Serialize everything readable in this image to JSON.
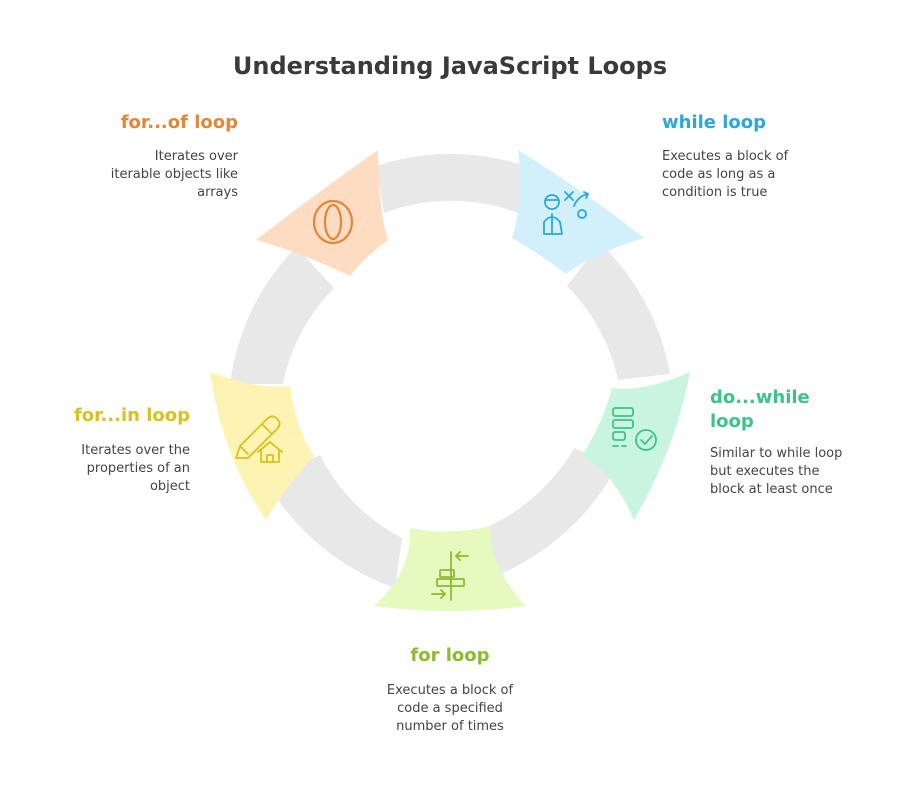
{
  "title": "Understanding JavaScript Loops",
  "colors": {
    "ring": "#e8e8e8",
    "for_of": "#e0873a",
    "while": "#2aa8d6",
    "do_while": "#3bc487",
    "for": "#8dbb2f",
    "for_in": "#d8c21e"
  },
  "segments": [
    {
      "key": "for_of",
      "heading": "for...of loop",
      "description": "Iterates over iterable objects like arrays",
      "icon": "opera-logo-icon",
      "color": "#e0873a",
      "fill": "#fddcc2"
    },
    {
      "key": "while",
      "heading": "while loop",
      "description": "Executes a block of code as long as a condition is true",
      "icon": "strategy-person-icon",
      "color": "#2aa8d6",
      "fill": "#d2f0fb"
    },
    {
      "key": "do_while",
      "heading": "do...while loop",
      "description": "Similar to while loop but executes the block at least once",
      "icon": "server-check-icon",
      "color": "#3bc487",
      "fill": "#c9f5e0"
    },
    {
      "key": "for",
      "heading": "for loop",
      "description": "Executes a block of code a specified number of times",
      "icon": "align-arrows-icon",
      "color": "#8dbb2f",
      "fill": "#e6f9bf"
    },
    {
      "key": "for_in",
      "heading": "for...in loop",
      "description": "Iterates over the properties of an object",
      "icon": "pencil-house-icon",
      "color": "#d8c21e",
      "fill": "#fdf3b3"
    }
  ]
}
